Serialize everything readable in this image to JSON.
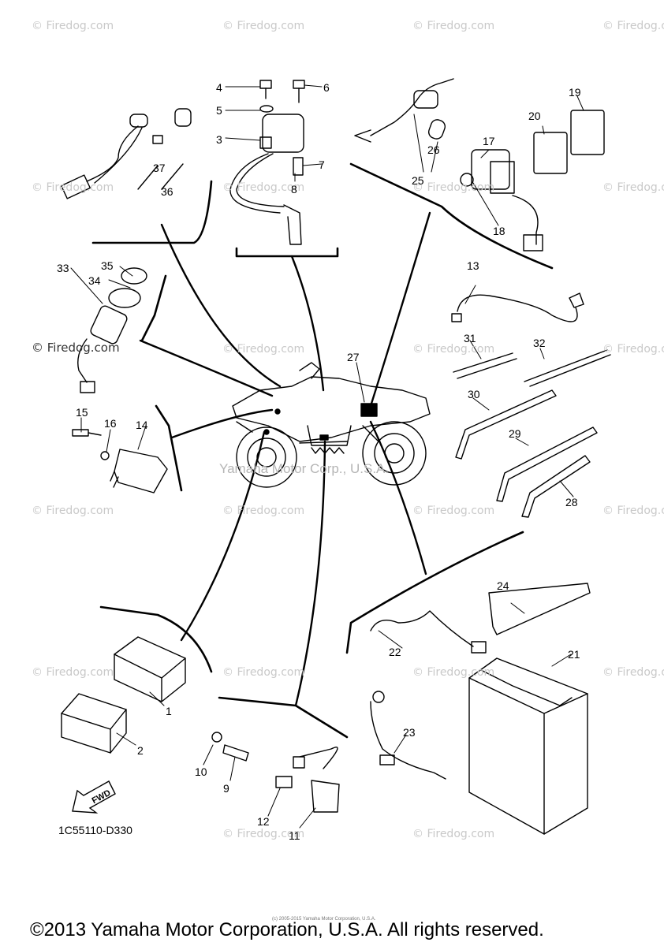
{
  "watermarks": [
    "© Firedog.com",
    "© Firedog.com",
    "© Firedog.com",
    "© Firedog.com",
    "© Firedog.com",
    "© Firedog.com",
    "© Firedog.com",
    "© Firedog.com",
    "© Firedog.com",
    "© Firedog.com",
    "© Firedog.com",
    "© Firedog.com",
    "© Firedog.com",
    "© Firedog.com",
    "© Firedog.com",
    "© Firedog.com",
    "© Firedog.com",
    "© Firedog.com",
    "© Firedog.com",
    "© Firedog.com",
    "© Firedog.com",
    "© Firedog.com"
  ],
  "center_watermark": "Yamaha Motor Corp., U.S.A.",
  "callouts": [
    "1",
    "2",
    "3",
    "4",
    "5",
    "6",
    "7",
    "8",
    "9",
    "10",
    "11",
    "12",
    "13",
    "14",
    "15",
    "16",
    "17",
    "18",
    "19",
    "20",
    "21",
    "22",
    "23",
    "24",
    "25",
    "26",
    "27",
    "28",
    "29",
    "30",
    "31",
    "32",
    "33",
    "34",
    "35",
    "36",
    "37"
  ],
  "drawing_code": "1C55110-D330",
  "fwd_label": "FWD",
  "fine_print": "(c) 2005-2015 Yamaha Motor Corporation, U.S.A.",
  "copyright": "©2013 Yamaha Motor Corporation, U.S.A. All rights reserved."
}
